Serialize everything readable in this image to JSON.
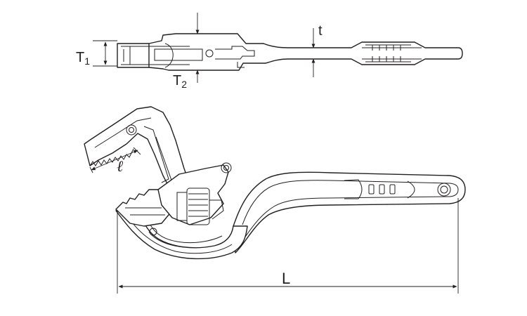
{
  "labels": {
    "T1": {
      "main": "T",
      "sub": "1"
    },
    "T2": {
      "main": "T",
      "sub": "2"
    },
    "t": "t",
    "l": "ℓ",
    "L": "L"
  },
  "colors": {
    "line": "#231f20",
    "background": "#ffffff"
  }
}
